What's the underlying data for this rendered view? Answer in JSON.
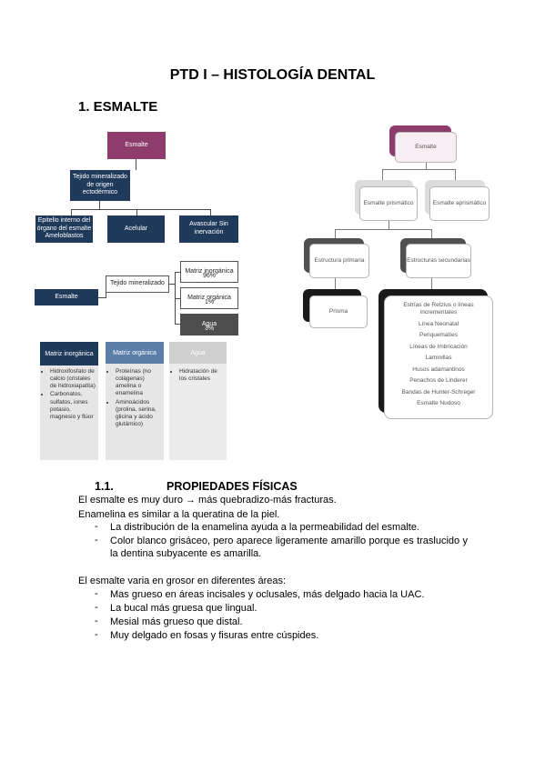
{
  "doc": {
    "title": "PTD I – HISTOLOGÍA DENTAL",
    "section": "1. ESMALTE"
  },
  "diagram_left": {
    "top": {
      "root": "Esmalte",
      "mid": "Tejido mineralizado de origen ectodérmico",
      "leaves": [
        "Epitelio interno del órgano del esmalte Ameloblastos",
        "Acelular",
        "Avascular Sin inervación"
      ]
    },
    "composition": {
      "root": "Esmalte",
      "mid": "Tejido mineralizado",
      "branches": [
        {
          "name": "Matriz inorgánica",
          "value": "96%"
        },
        {
          "name": "Matriz orgánica",
          "value": "1%"
        },
        {
          "name": "Agua",
          "value": "3%"
        }
      ]
    },
    "columns": [
      {
        "header": "Matriz inorgánica",
        "items": [
          "Hidroxifosfato de calcio (cristales de hidroxiapatita)",
          "Carbonatos, sulfatos, iones potasio, magnesio y flúor"
        ]
      },
      {
        "header": "Matriz orgánica",
        "items": [
          "Proteínas (no colágenas) amelina o enamelina",
          "Aminoácidos (prolina, serina, glicina y ácido glutámico)"
        ]
      },
      {
        "header": "Agua",
        "items": [
          "Hidratación de los cristales"
        ]
      }
    ]
  },
  "diagram_right": {
    "root": "Esmalte",
    "level1": [
      "Esmalte prismático",
      "Esmalte aprismático"
    ],
    "level2": [
      "Estructura primaria",
      "Estructuras secundarias"
    ],
    "level3": "Prisma",
    "secondary_list": [
      "Estrías de Retzius o líneas incrementales",
      "Línea Neonatal",
      "Periquematíes",
      "Líneas de Imbricación",
      "Laminillas",
      "Husos adamantinos",
      "Penachos de Linderer",
      "Bandas de Hunter-Schreger",
      "Esmalte Nudoso"
    ]
  },
  "physical": {
    "num": "1.1.",
    "heading": "PROPIEDADES FÍSICAS",
    "p1": "El esmalte es muy duro → más quebradizo-más fracturas.",
    "p2": "Enamelina es similar a la queratina de la piel.",
    "bullets1": [
      "La distribución de la enamelina ayuda a la permeabilidad del esmalte.",
      "Color blanco grisáceo, pero aparece ligeramente amarillo porque es traslucido y la dentina subyacente es amarilla."
    ],
    "p3": "El esmalte varia en grosor en diferentes áreas:",
    "bullets2": [
      "Mas grueso en áreas incisales y oclusales, más delgado hacia la UAC.",
      "La bucal más gruesa que lingual.",
      "Mesial más grueso que distal.",
      "Muy delgado en fosas y fisuras entre cúspides."
    ],
    "dash": "-"
  },
  "colors": {
    "navy": "#1f3a5a",
    "magenta": "#8e3c6c",
    "grey": "#4d4d4d",
    "col_blue": "#5b7ea8",
    "col_light": "#cfcfcf"
  }
}
